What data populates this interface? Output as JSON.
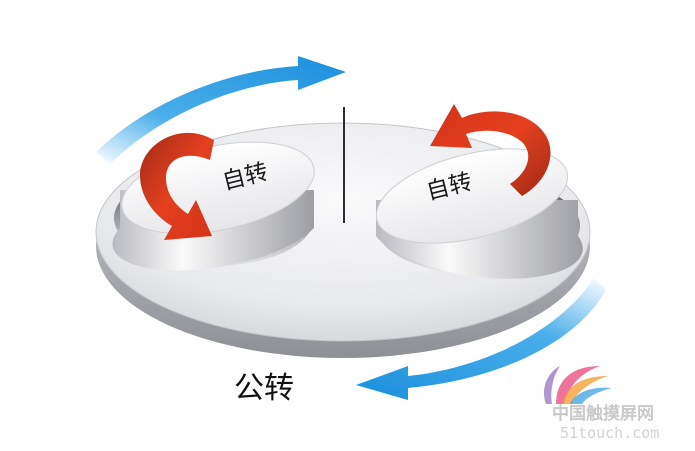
{
  "labels": {
    "revolution": "公转",
    "rotation_left": "自转",
    "rotation_right": "自转"
  },
  "watermark": {
    "site_name": "中国触摸屏网",
    "url": "51touch.com"
  },
  "colors": {
    "revolution_arrow": "#2aa0e6",
    "rotation_arrow": "#d93a1c",
    "platter": "#e9e9ec",
    "label_text": "#111111"
  }
}
